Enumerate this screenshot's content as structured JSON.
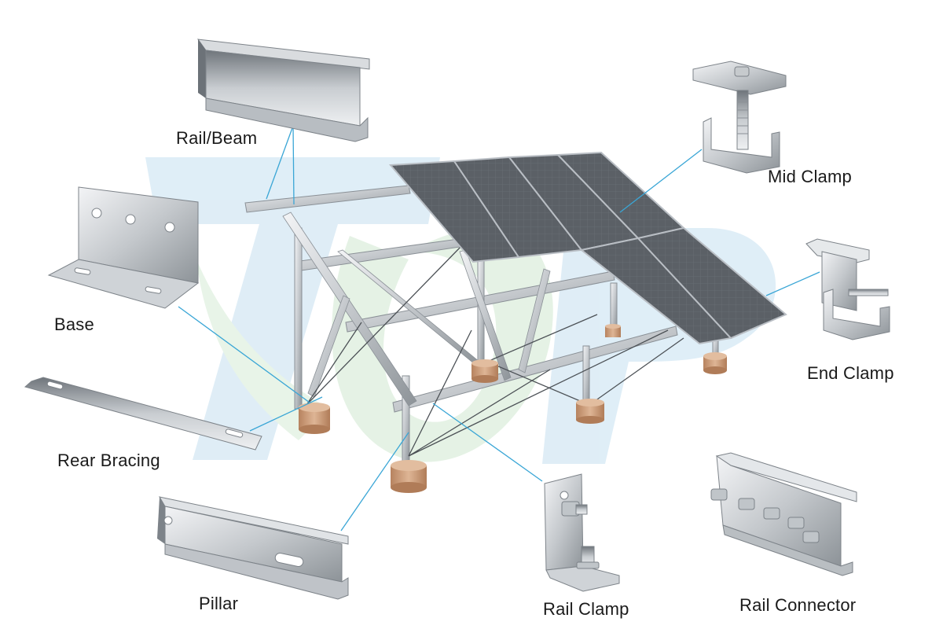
{
  "colors": {
    "leader_line": "#3aa6d6",
    "watermark_blue": "#dcecf6",
    "watermark_green": "#e6f3e6",
    "panel_cell": "#5d6268",
    "panel_frame": "#b9bec4",
    "steel_light": "#e4e7ea",
    "steel_dark": "#8e949a",
    "foundation": "#c99a78"
  },
  "parts": {
    "rail_beam": {
      "label": "Rail/Beam",
      "icon": "c-channel-rail-icon"
    },
    "base": {
      "label": "Base",
      "icon": "l-bracket-base-icon"
    },
    "rear_bracing": {
      "label": "Rear Bracing",
      "icon": "slotted-flat-bar-icon"
    },
    "pillar": {
      "label": "Pillar",
      "icon": "c-channel-pillar-icon"
    },
    "mid_clamp": {
      "label": "Mid Clamp",
      "icon": "mid-clamp-icon"
    },
    "end_clamp": {
      "label": "End Clamp",
      "icon": "end-clamp-icon"
    },
    "rail_clamp": {
      "label": "Rail Clamp",
      "icon": "rail-clamp-icon"
    },
    "rail_connector": {
      "label": "Rail Connector",
      "icon": "rail-connector-icon"
    }
  }
}
